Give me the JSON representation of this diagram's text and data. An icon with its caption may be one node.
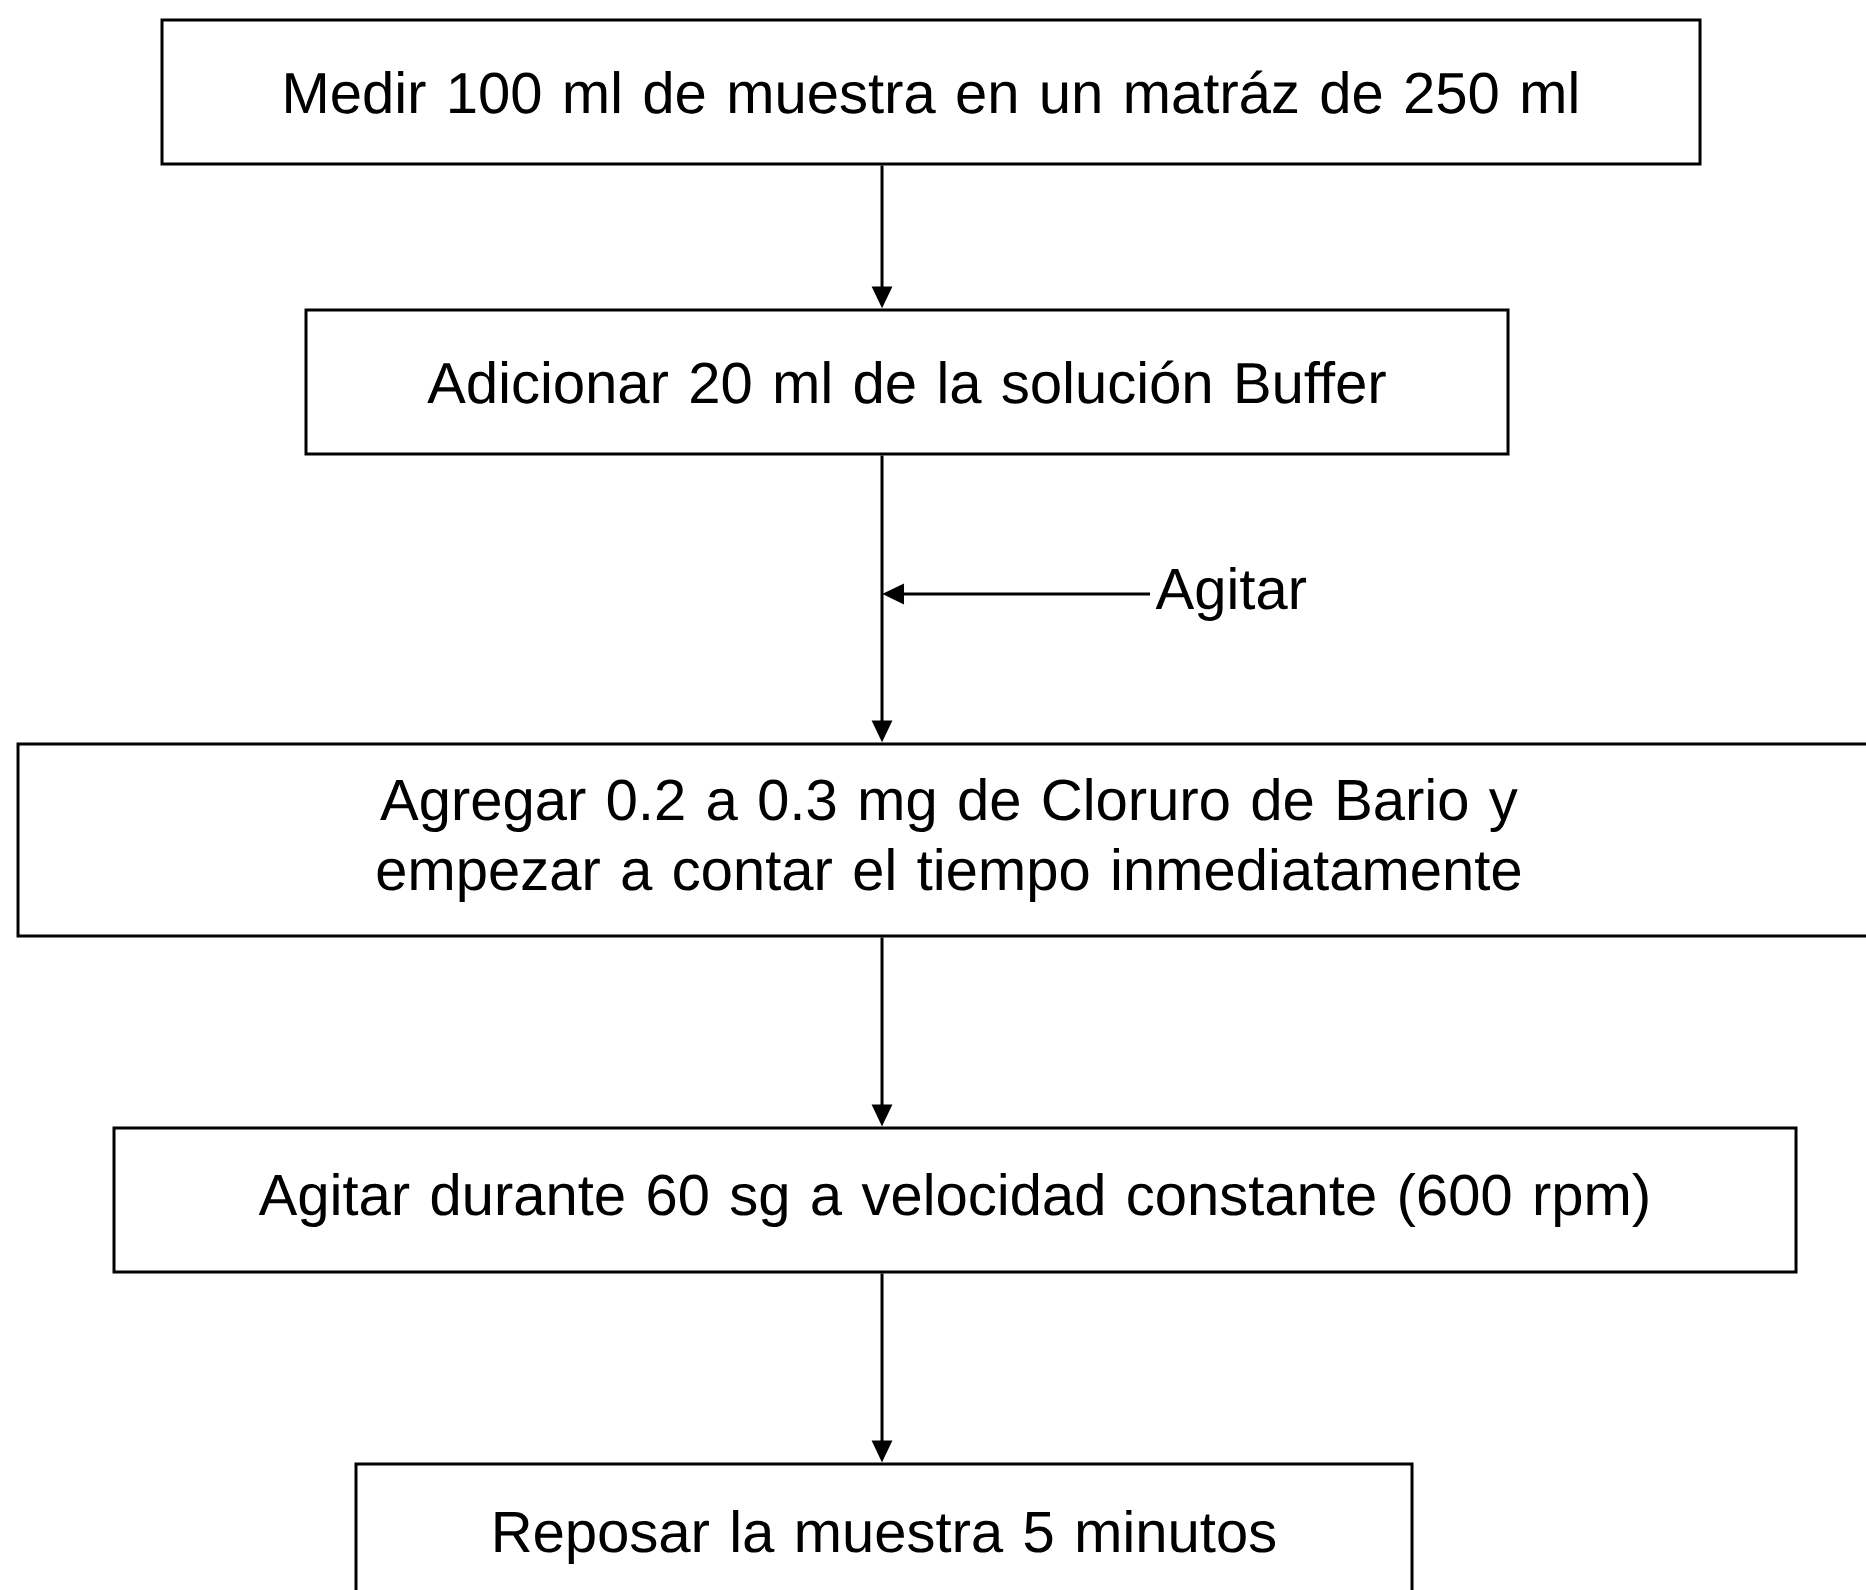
{
  "diagram": {
    "nodes": [
      {
        "text": [
          "Medir 100 ml de muestra en un matráz de 250 ml"
        ]
      },
      {
        "text": [
          "Adicionar 20 ml de la solución Buffer"
        ]
      },
      {
        "text": [
          "Agitar"
        ]
      },
      {
        "text": [
          "Agregar 0.2 a 0.3 mg de Cloruro de Bario y empezar a contar el tiempo inmediatamente"
        ]
      },
      {
        "text": [
          "Agitar durante 60 sg a velocidad constante (600 rpm)"
        ]
      },
      {
        "text": [
          "Reposar la muestra 5 minutos"
        ]
      }
    ],
    "edges": [
      {
        "from": 0,
        "to": 1,
        "arrow": "to"
      },
      {
        "from": 1,
        "to": 3,
        "arrow": "to"
      },
      {
        "from": 2,
        "to": null,
        "arrow": "to"
      },
      {
        "from": 3,
        "to": 4,
        "arrow": "to"
      },
      {
        "from": 4,
        "to": 5,
        "arrow": "to"
      }
    ]
  }
}
